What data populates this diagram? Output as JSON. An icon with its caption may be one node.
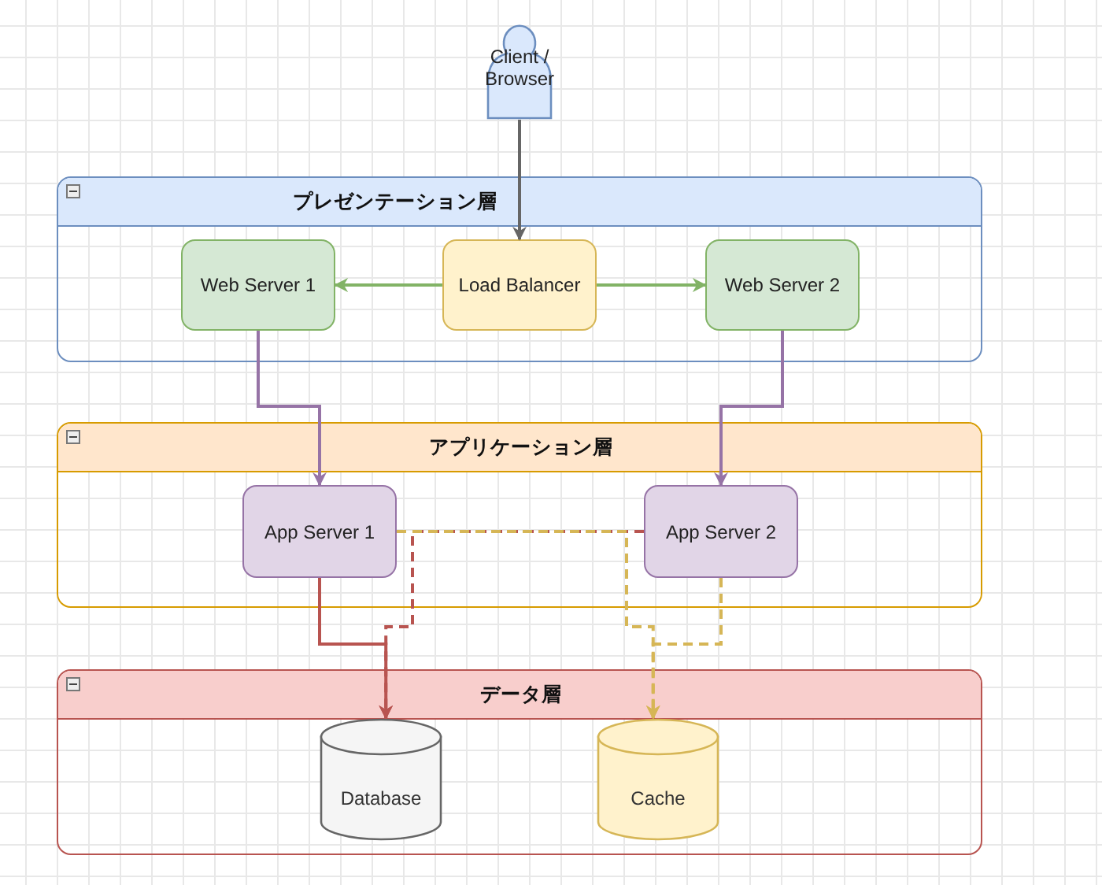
{
  "diagram": {
    "nodes": [
      {
        "text": [
          "Client / Browser"
        ]
      },
      {
        "text": [
          "プレゼンテーション層"
        ]
      },
      {
        "text": [
          "Web Server 1"
        ],
        "in": 1
      },
      {
        "text": [
          "Load Balancer"
        ],
        "in": 1
      },
      {
        "text": [
          "Web Server 2"
        ],
        "in": 1
      },
      {
        "text": [
          "アプリケーション層"
        ]
      },
      {
        "text": [
          "App Server 1"
        ],
        "in": 5
      },
      {
        "text": [
          "App Server 2"
        ],
        "in": 5
      },
      {
        "text": [
          "データ層"
        ]
      },
      {
        "text": [
          "Database"
        ],
        "in": 8
      },
      {
        "text": [
          "Cache"
        ],
        "in": 8
      }
    ],
    "edges": [
      {
        "from": 0,
        "to": 3,
        "arrow": "to",
        "color": "#666666"
      },
      {
        "from": 3,
        "to": 2,
        "arrow": "to",
        "color": "#82b366"
      },
      {
        "from": 3,
        "to": 4,
        "arrow": "to",
        "color": "#82b366"
      },
      {
        "from": 2,
        "to": 6,
        "arrow": "to",
        "color": "#9673a6"
      },
      {
        "from": 4,
        "to": 7,
        "arrow": "to",
        "color": "#9673a6"
      },
      {
        "from": 6,
        "to": 9,
        "arrow": "to",
        "color": "#b85450"
      },
      {
        "from": 7,
        "to": 9,
        "arrow": "to",
        "style": "dashed",
        "color": "#b85450"
      },
      {
        "from": 6,
        "to": 10,
        "arrow": "to",
        "style": "dashed",
        "color": "#d6b656"
      },
      {
        "from": 7,
        "to": 10,
        "arrow": "to",
        "style": "dashed",
        "color": "#d6b656"
      }
    ]
  }
}
